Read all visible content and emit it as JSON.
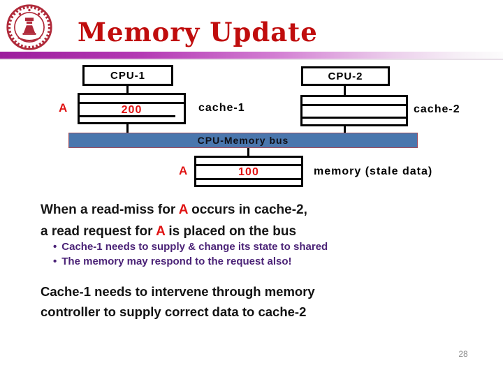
{
  "header": {
    "title": "Memory Update",
    "logo": "university-seal"
  },
  "diagram": {
    "cpu1_label": "CPU-1",
    "cpu2_label": "CPU-2",
    "cache1_addr": "A",
    "cache1_value": "200",
    "cache1_label": "cache-1",
    "cache2_label": "cache-2",
    "bus_label": "CPU-Memory bus",
    "memory_addr": "A",
    "memory_value": "100",
    "memory_label": "memory (stale data)"
  },
  "body": {
    "para1_line1_pre": "When a read-miss for ",
    "para1_line1_a": "A",
    "para1_line1_post": " occurs in cache-2,",
    "para1_line2_pre": "a read request for ",
    "para1_line2_a": "A",
    "para1_line2_post": " is placed on the bus",
    "bullet_marker": "•",
    "bullets": [
      "Cache-1 needs to supply & change its state to shared",
      "The memory may respond to the request also!"
    ],
    "para2_line1": "Cache-1 needs to intervene through memory",
    "para2_line2": "controller to supply correct data to cache-2"
  },
  "footer": {
    "page_number": "28"
  },
  "colors": {
    "title_red": "#c00d0d",
    "value_red": "#e01212",
    "bullet_purple": "#4b2377",
    "bus_blue": "#4a76ad",
    "bus_border": "#a05060",
    "gradient_magenta": "#9c1d9c"
  }
}
